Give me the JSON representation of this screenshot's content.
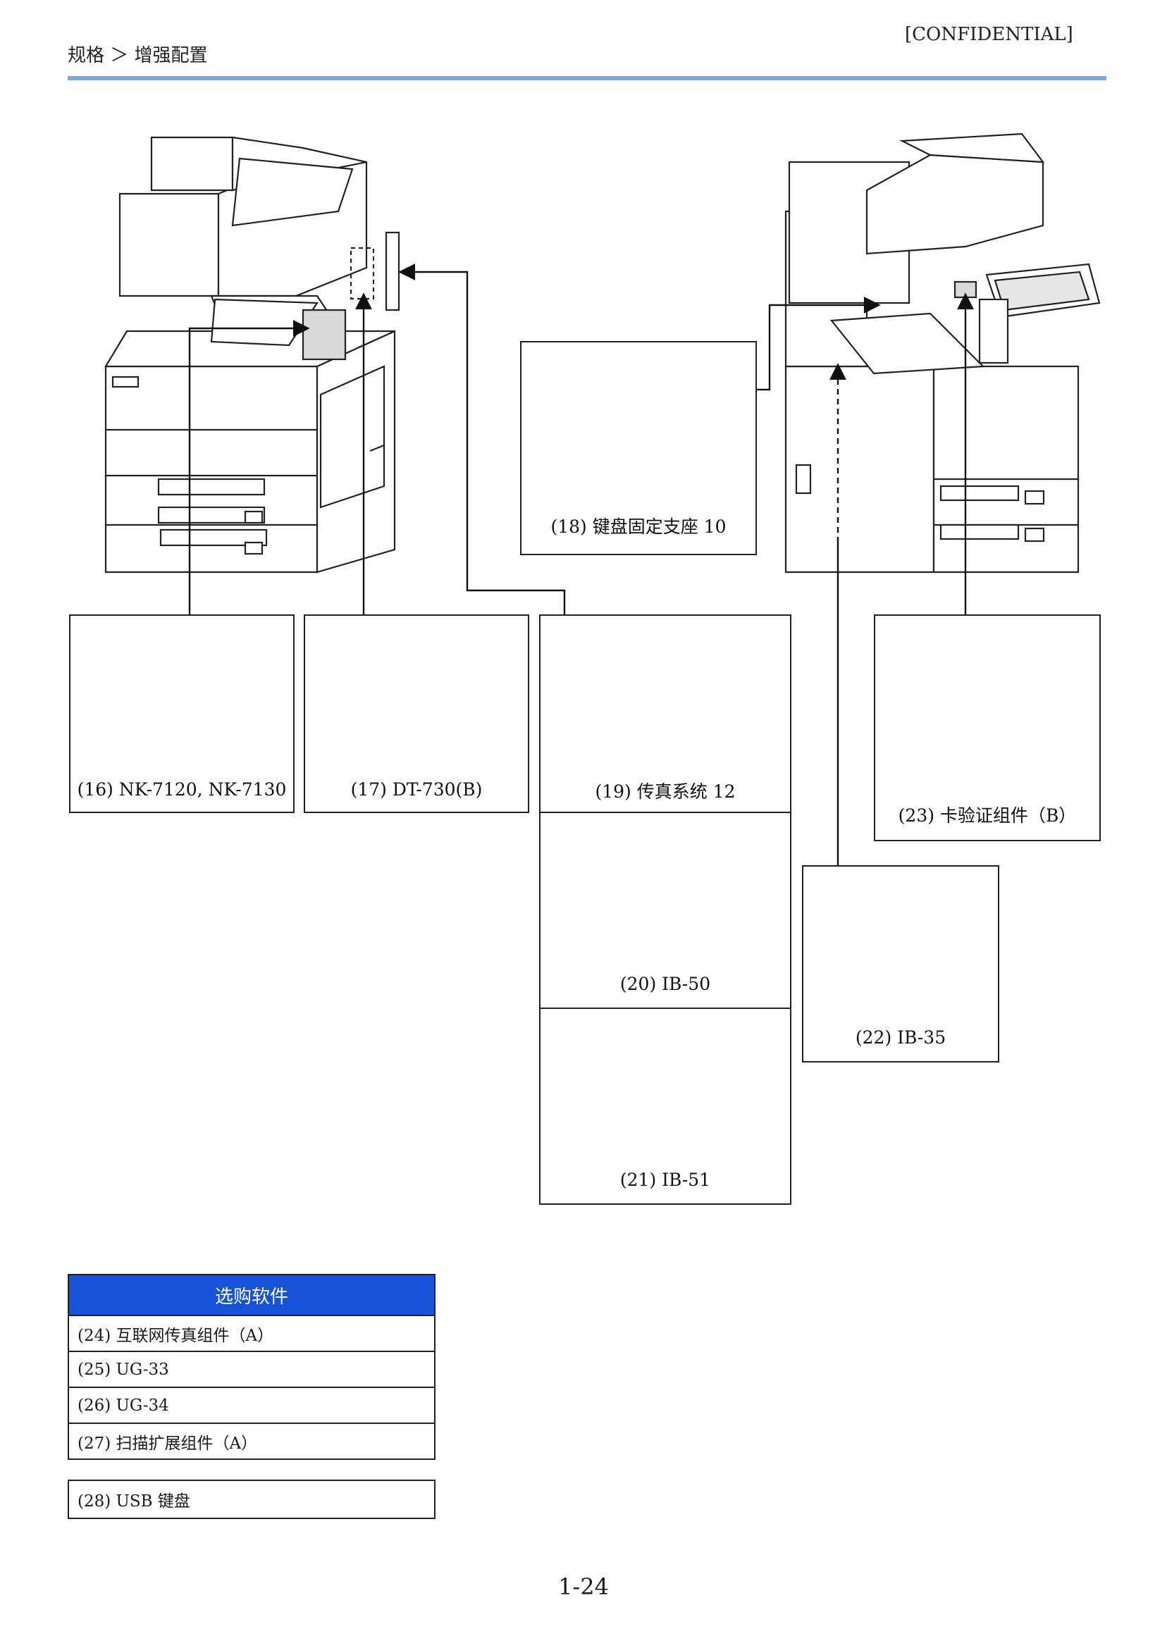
{
  "header": {
    "breadcrumb": "规格 ＞ 增强配置",
    "confidential": "[CONFIDENTIAL]"
  },
  "options": {
    "o16": "(16) NK-7120, NK-7130",
    "o17": "(17) DT-730(B)",
    "o18": "(18) 键盘固定支座 10",
    "o19": "(19) 传真系统 12",
    "o20": "(20) IB-50",
    "o21": "(21) IB-51",
    "o22": "(22) IB-35",
    "o23": "(23) 卡验证组件（B）"
  },
  "software": {
    "title": "选购软件",
    "rows": [
      "(24) 互联网传真组件（A）",
      "(25) UG-33",
      "(26) UG-34",
      "(27) 扫描扩展组件（A）"
    ],
    "extra": "(28) USB 键盘"
  },
  "page_number": "1-24",
  "colors": {
    "header_rule": "#7fa7e3",
    "table_header": "#1653d9"
  }
}
